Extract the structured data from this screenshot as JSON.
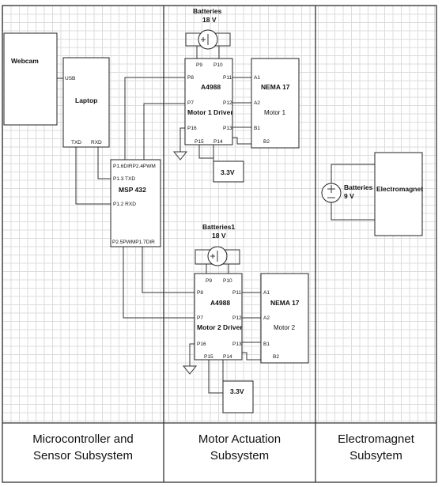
{
  "sections": [
    {
      "line1": "Microcontroller and",
      "line2": "Sensor Subsystem"
    },
    {
      "line1": "Motor Actuation",
      "line2": "Subsystem"
    },
    {
      "line1": "Electromagnet",
      "line2": "Subsytem"
    }
  ],
  "webcam": {
    "label": "Webcam"
  },
  "laptop": {
    "label": "Laptop",
    "usb": "USB",
    "txd": "TXD",
    "rxd": "RXD"
  },
  "msp": {
    "label": "MSP 432",
    "pin_top": "P1.6DIRP2.4PWM",
    "pin_txd": "P1.3 TXD",
    "pin_rxd": "P1.2 RXD",
    "pin_bottom": "P2.5PWMP1.7DIR"
  },
  "battery1": {
    "label": "Batteries",
    "voltage": "18 V"
  },
  "battery2": {
    "label": "Batteries1",
    "voltage": "18 V"
  },
  "battery3": {
    "label": "Batteries",
    "voltage": "9 V"
  },
  "driver1": {
    "part": "A4988",
    "name": "Motor 1 Driver",
    "p8": "P8",
    "p9": "P9",
    "p10": "P10",
    "p11": "P11",
    "p7": "P7",
    "p12": "P12",
    "p16": "P16",
    "p13": "P13",
    "p15": "P15",
    "p14": "P14"
  },
  "driver2": {
    "part": "A4988",
    "name": "Motor 2 Driver",
    "p8": "P8",
    "p9": "P9",
    "p10": "P10",
    "p11": "P11",
    "p7": "P7",
    "p12": "P12",
    "p16": "P16",
    "p13": "P13",
    "p15": "P15",
    "p14": "P14"
  },
  "motor1": {
    "model": "NEMA 17",
    "name": "Motor 1",
    "a1": "A1",
    "a2": "A2",
    "b1": "B1",
    "b2": "B2"
  },
  "motor2": {
    "model": "NEMA 17",
    "name": "Motor 2",
    "a1": "A1",
    "a2": "A2",
    "b1": "B1",
    "b2": "B2"
  },
  "reg1": {
    "label": "3.3V"
  },
  "reg2": {
    "label": "3.3V"
  },
  "electromagnet": {
    "label": "Electromagnet"
  }
}
